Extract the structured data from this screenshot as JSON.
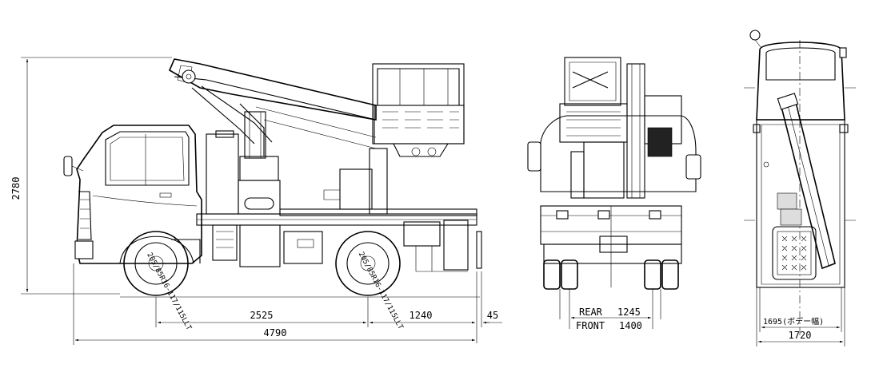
{
  "dimensions": {
    "overall_height": "2780",
    "wheelbase": "2525",
    "rear_overhang": "1240",
    "rear_extension": "45",
    "overall_length": "4790",
    "rear_track_label": "REAR",
    "rear_track": "1245",
    "front_track_label": "FRONT",
    "front_track": "1400",
    "body_width": "1695(ボデー幅)",
    "overall_width": "1720"
  },
  "tires": {
    "front": "205/85R16-117/115LLT",
    "rear": "205/85R16-117/115LLT"
  }
}
